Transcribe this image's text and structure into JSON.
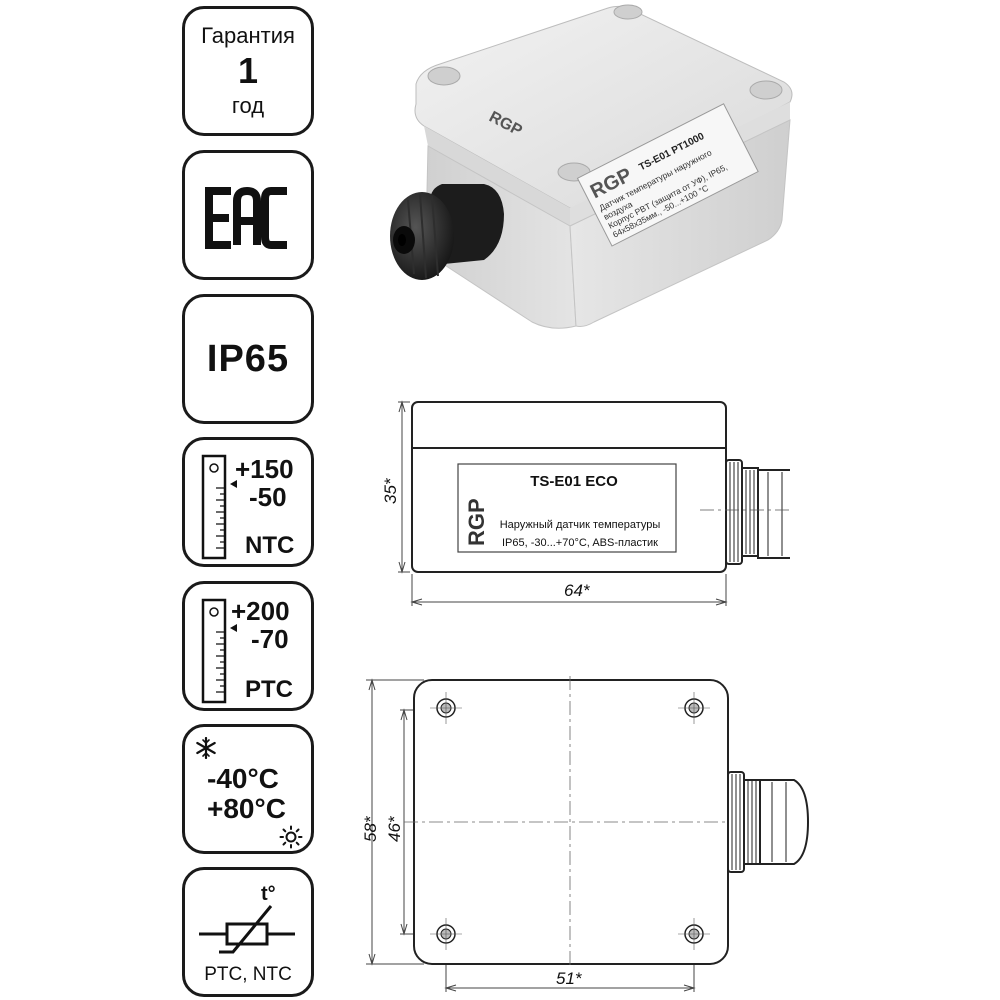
{
  "badges": {
    "warranty": {
      "line1": "Гарантия",
      "line2": "1",
      "line3": "год"
    },
    "certification": {
      "icon": "eac-mark-icon"
    },
    "protection": {
      "text": "IP65"
    },
    "ntc_range": {
      "max": "+150",
      "min": "-50",
      "type": "NTC",
      "icon": "thermometer-scale-icon"
    },
    "ptc_range": {
      "max": "+200",
      "min": "-70",
      "type": "PTC",
      "icon": "thermometer-scale-icon"
    },
    "operating": {
      "min": "-40°C",
      "max": "+80°C",
      "icons": [
        "snowflake-icon",
        "sun-icon"
      ]
    },
    "sensor_type": {
      "symbol": "t°",
      "label": "PTC, NTC",
      "icon": "thermistor-symbol-icon"
    }
  },
  "product": {
    "brand": "RGP",
    "label_model": "TS-E01  PT1000",
    "label_lines": [
      "Датчик температуры наружного",
      "воздуха",
      "Корпус PBT (защита от УФ), IP65,",
      "64x58x35мм., -50...+100 °C"
    ]
  },
  "drawing": {
    "brand": "RGP",
    "model": "TS-E01 ECO",
    "description": "Наружный датчик температуры",
    "specs": "IP65, -30...+70°C, ABS-пластик",
    "dims": {
      "height": "35*",
      "length": "64*",
      "depth": "58*",
      "hole_spacing_v": "46*",
      "hole_spacing_h": "51*"
    }
  },
  "colors": {
    "badge_border": "#1a1a1a",
    "housing": "#e6e6e6",
    "gland": "#1e1e1e"
  }
}
